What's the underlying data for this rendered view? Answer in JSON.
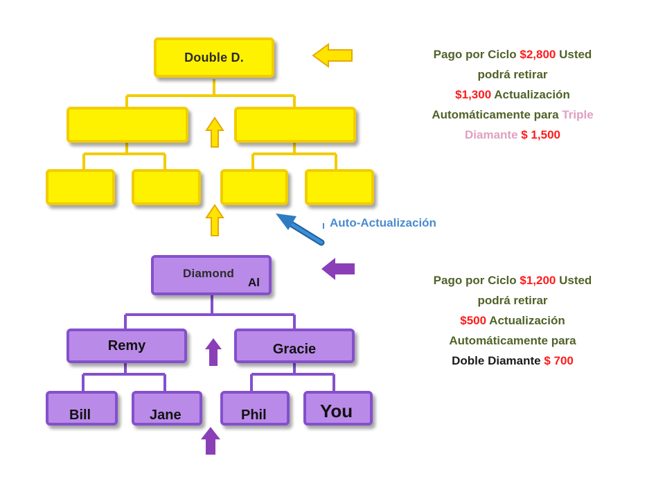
{
  "top_tree": {
    "root_label": "Double D.",
    "info": {
      "l1_a": "Pago por Ciclo ",
      "l1_b": "$2,800",
      "l1_c": " Usted",
      "l2": "podrá retirar",
      "l3_a": "$1,300",
      "l3_b": " Actualización",
      "l4_a": "Automáticamente para ",
      "l4_b": "Triple",
      "l5_a": "Diamante",
      "l5_b": " $ 1,500"
    }
  },
  "auto_label": "Auto-Actualización",
  "bottom_tree": {
    "root_label": "Diamond",
    "root_person": "Al",
    "level2": [
      "Remy",
      "Gracie"
    ],
    "level3": [
      "Bill",
      "Jane",
      "Phil",
      "You"
    ],
    "info": {
      "l1_a": "Pago por Ciclo ",
      "l1_b": "$1,200",
      "l1_c": " Usted",
      "l2": "podrá retirar",
      "l3_a": "$500",
      "l3_b": " Actualización",
      "l4": "Automáticamente para",
      "l5_a": "Doble Diamante",
      "l5_b": " $ 700"
    }
  },
  "colors": {
    "yellow_fill": "#fff200",
    "yellow_border": "#f2cc00",
    "purple_fill": "#b98ae8",
    "purple_border": "#8450cc",
    "arrow_yellow": "#ffe400",
    "arrow_purple": "#8a3fb8",
    "arrow_blue": "#2e7bc3",
    "text_green": "#4f6228",
    "text_red": "#ff1b1b",
    "text_pink": "#e0a0c0",
    "text_blue": "#4a8bd0"
  }
}
